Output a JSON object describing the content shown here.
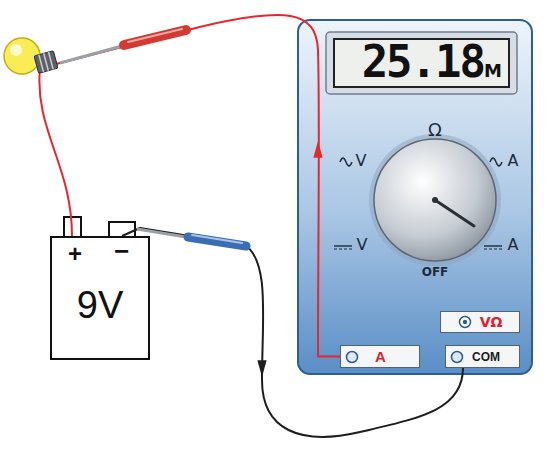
{
  "diagram": {
    "nodes": [
      {
        "text": [
          "+",
          "−",
          "9V"
        ]
      },
      {
        "text": [
          "25.18",
          "M"
        ]
      },
      {
        "text": [
          "VΩ"
        ]
      },
      {
        "text": [
          "A"
        ]
      },
      {
        "text": [
          "COM"
        ]
      }
    ],
    "edges": [
      {
        "from": 0,
        "to": 4,
        "arrow": "to"
      },
      {
        "from": 3,
        "to": 0,
        "arrow": "to"
      }
    ],
    "labels": [
      "Ω",
      "V",
      "A",
      "V",
      "A",
      "OFF"
    ]
  }
}
